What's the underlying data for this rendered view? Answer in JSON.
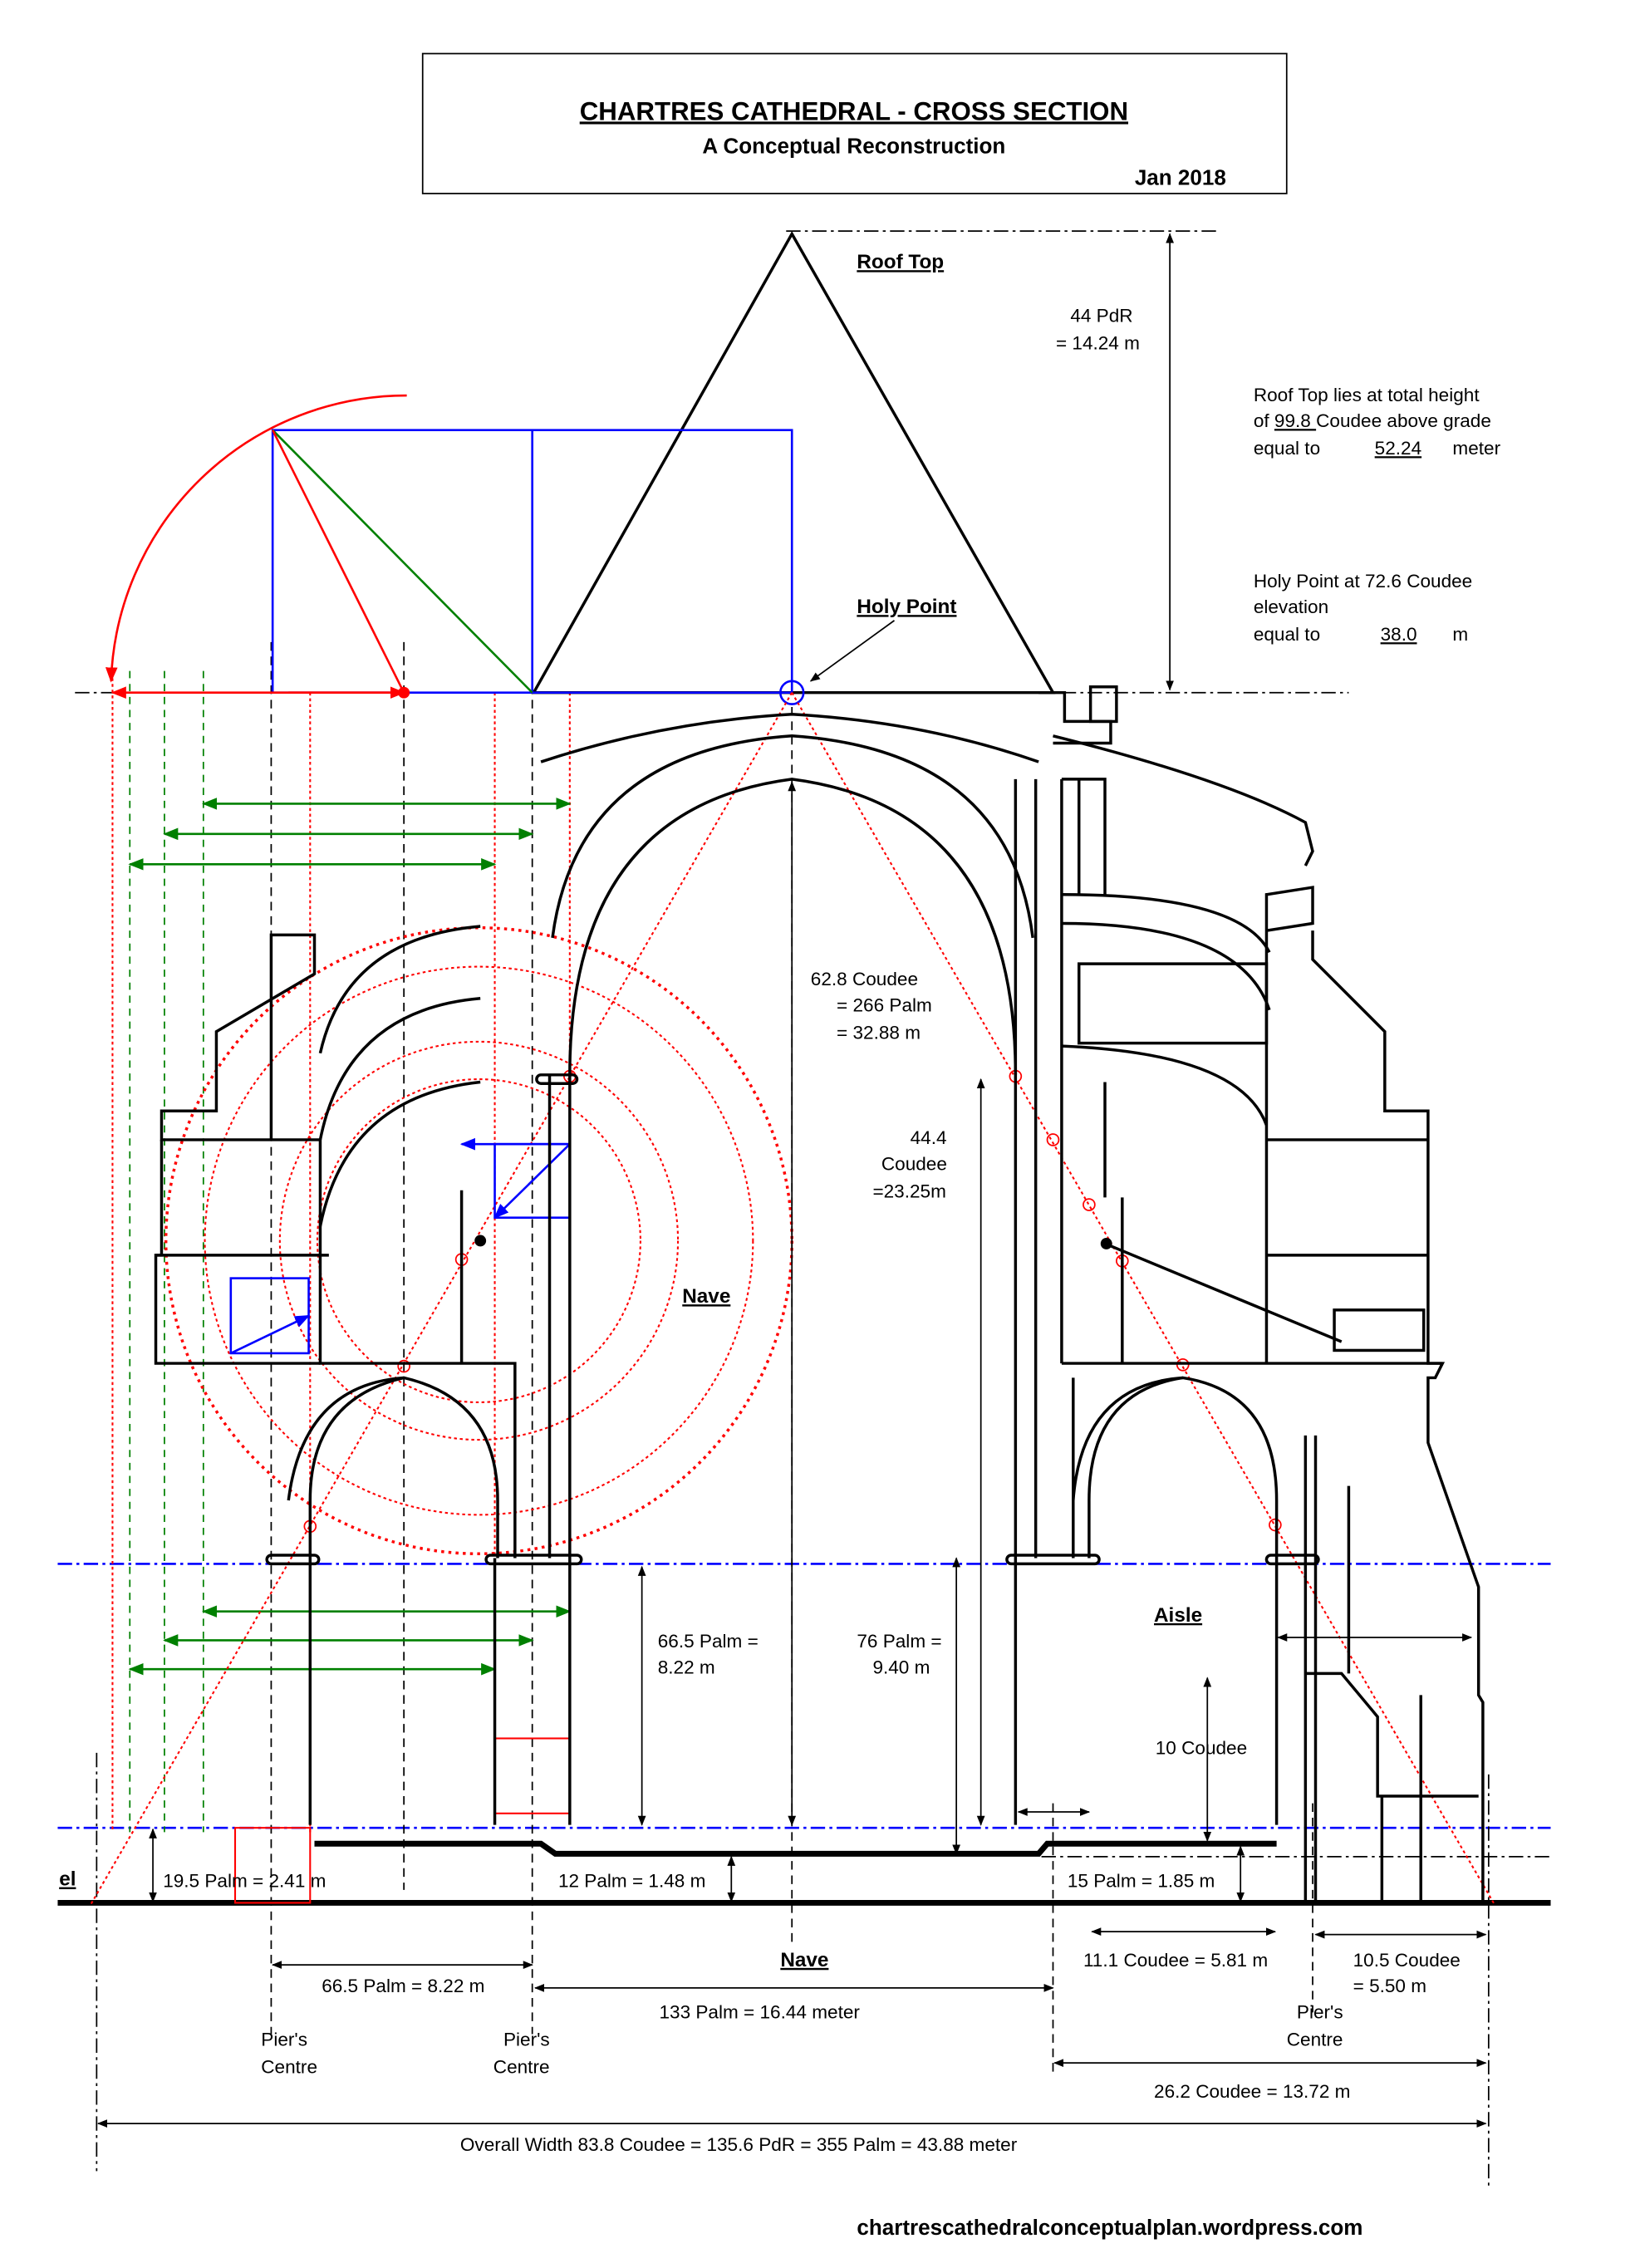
{
  "title_box": {
    "title": "CHARTRES CATHEDRAL - CROSS SECTION",
    "subtitle": "A Conceptual Reconstruction",
    "date": "Jan 2018"
  },
  "labels": {
    "roof_top": "Roof Top",
    "holy_point": "Holy Point",
    "nave": "Nave",
    "aisle": "Aisle",
    "el": "el",
    "nave_bottom": "Nave"
  },
  "notes": {
    "roof_line1": "Roof Top  lies at total height",
    "roof_line2_pre": "of ",
    "roof_value_coudee": " 99.8 ",
    "roof_line2_post": "Coudee above grade",
    "roof_line3_pre": "equal to",
    "roof_value_m": "52.24",
    "roof_unit": "meter",
    "holy_line1": "Holy Point at 72.6 Coudee",
    "holy_line2": "elevation",
    "holy_line3_pre": "equal to",
    "holy_value_m": "38.0",
    "holy_unit": "m"
  },
  "dimensions": {
    "roof_height": [
      "44 PdR",
      "= 14.24 m"
    ],
    "nave_height": [
      "62.8 Coudee",
      "= 266 Palm",
      "= 32.88 m"
    ],
    "clerestory": [
      "44.4",
      "Coudee",
      "=23.25m"
    ],
    "arcade_left": [
      "66.5 Palm =",
      "8.22 m"
    ],
    "arcade_mid": [
      "76 Palm =",
      "9.40 m"
    ],
    "aisle_h": "10 Coudee",
    "plinth_left": "19.5 Palm  =  2.41 m",
    "plinth_nave": "12 Palm = 1.48 m",
    "plinth_right": "15 Palm = 1.85 m",
    "bay_left": "66.5 Palm = 8.22 m",
    "nave_width": "133 Palm   =  16.44 meter",
    "aisle_width": "11.1 Coudee  = 5.81 m",
    "outer_width": [
      "10.5 Coudee",
      "= 5.50 m"
    ],
    "right_width": "26.2 Coudee = 13.72 m",
    "overall": "Overall Width  83.8 Coudee  = 135.6 PdR = 355 Palm  =  43.88 meter"
  },
  "pier_labels": [
    [
      "Pier's",
      "Centre"
    ],
    [
      "Pier's",
      "Centre"
    ],
    [
      "Pier's",
      "Centre"
    ]
  ],
  "footer": {
    "url": "chartrescathedralconceptualplan.wordpress.com"
  },
  "colors": {
    "construction": "#ff0000",
    "grid": "#0000ff",
    "widths": "#008000",
    "ink": "#000000"
  }
}
